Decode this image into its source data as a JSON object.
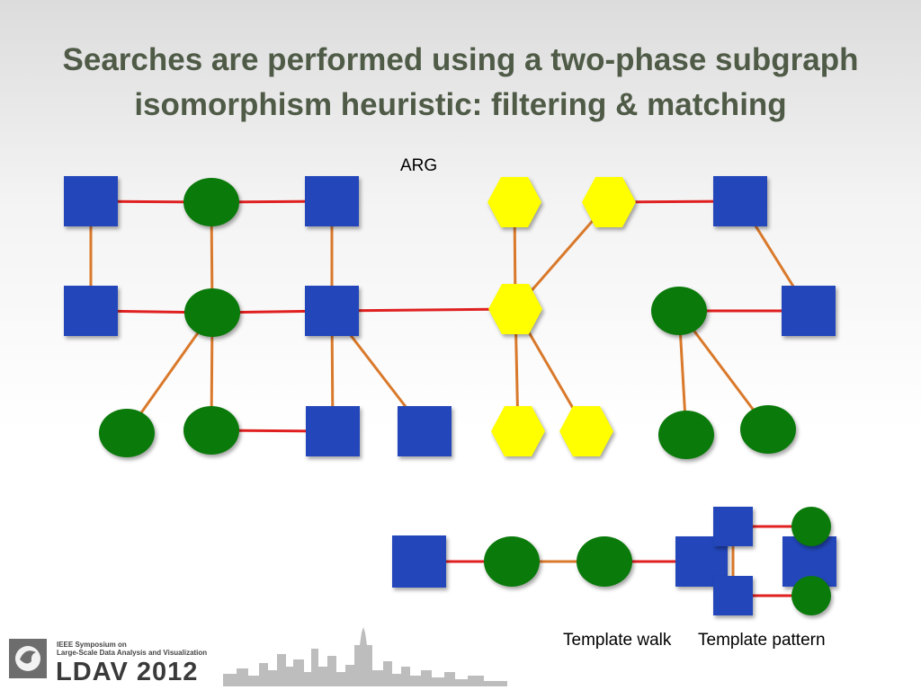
{
  "slide": {
    "title_line1": "Searches are performed using a two-phase subgraph",
    "title_line2": "isomorphism heuristic: filtering & matching"
  },
  "labels": {
    "arg": "ARG",
    "template_walk": "Template walk",
    "template_pattern": "Template pattern"
  },
  "logo": {
    "line1": "IEEE Symposium on",
    "line2": "Large-Scale Data Analysis and Visualization",
    "brand": "LDAV 2012"
  },
  "colors": {
    "square": "#2347bb",
    "circle": "#0a7a0a",
    "hexagon": "#ffff00",
    "edge_red": "#e02020",
    "edge_orange": "#d9792b",
    "title": "#4f5b47"
  }
}
